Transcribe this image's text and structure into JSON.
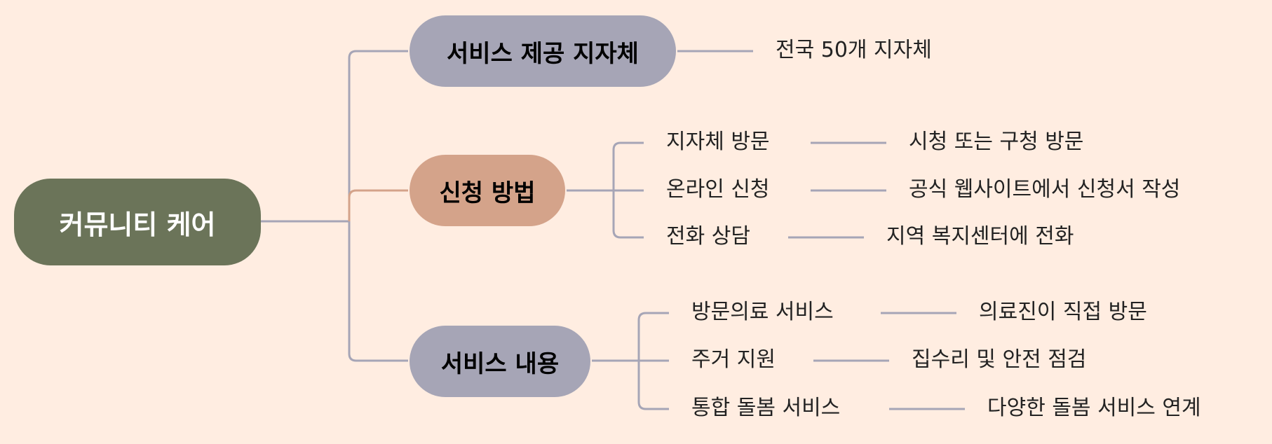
{
  "colors": {
    "background": "#ffede1",
    "root_fill": "#6b7459",
    "branch_gray": "#a6a5b6",
    "branch_tan": "#d4a38a",
    "connector_gray": "#a6a5b6",
    "connector_tan": "#d4a38a"
  },
  "root": {
    "label": "커뮤니티 케어"
  },
  "branches": [
    {
      "label": "서비스 제공 지자체",
      "items": [
        {
          "label": "전국 50개 지자체",
          "detail": null
        }
      ]
    },
    {
      "label": "신청 방법",
      "items": [
        {
          "label": "지자체 방문",
          "detail": "시청 또는 구청 방문"
        },
        {
          "label": "온라인 신청",
          "detail": "공식 웹사이트에서 신청서 작성"
        },
        {
          "label": "전화 상담",
          "detail": "지역 복지센터에 전화"
        }
      ]
    },
    {
      "label": "서비스 내용",
      "items": [
        {
          "label": "방문의료 서비스",
          "detail": "의료진이 직접 방문"
        },
        {
          "label": "주거 지원",
          "detail": "집수리 및 안전 점검"
        },
        {
          "label": "통합 돌봄 서비스",
          "detail": "다양한 돌봄 서비스 연계"
        }
      ]
    }
  ]
}
